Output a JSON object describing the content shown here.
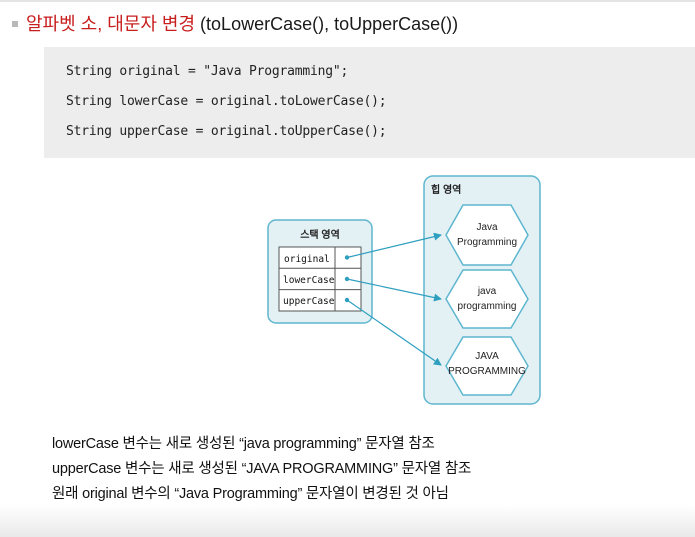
{
  "title": {
    "prefix": "알파벳 소, 대문자 변경 ",
    "code": "(toLowerCase(), toUpperCase())"
  },
  "code": [
    "String original = \"Java Programming\";",
    "String lowerCase = original.toLowerCase();",
    "String upperCase = original.toUpperCase();"
  ],
  "diagram": {
    "stack_label": "스택 영역",
    "heap_label": "힙 영역",
    "variables": [
      "original",
      "lowerCase",
      "upperCase"
    ],
    "objects": [
      [
        "Java",
        "Programming"
      ],
      [
        "java",
        "programming"
      ],
      [
        "JAVA",
        "PROGRAMMING"
      ]
    ]
  },
  "notes": [
    "lowerCase 변수는 새로 생성된 “java programming” 문자열 참조",
    "upperCase 변수는 새로 생성된 “JAVA PROGRAMMING” 문자열 참조",
    "원래 original 변수의 “Java Programming” 문자열이 변경된 것 아님"
  ]
}
